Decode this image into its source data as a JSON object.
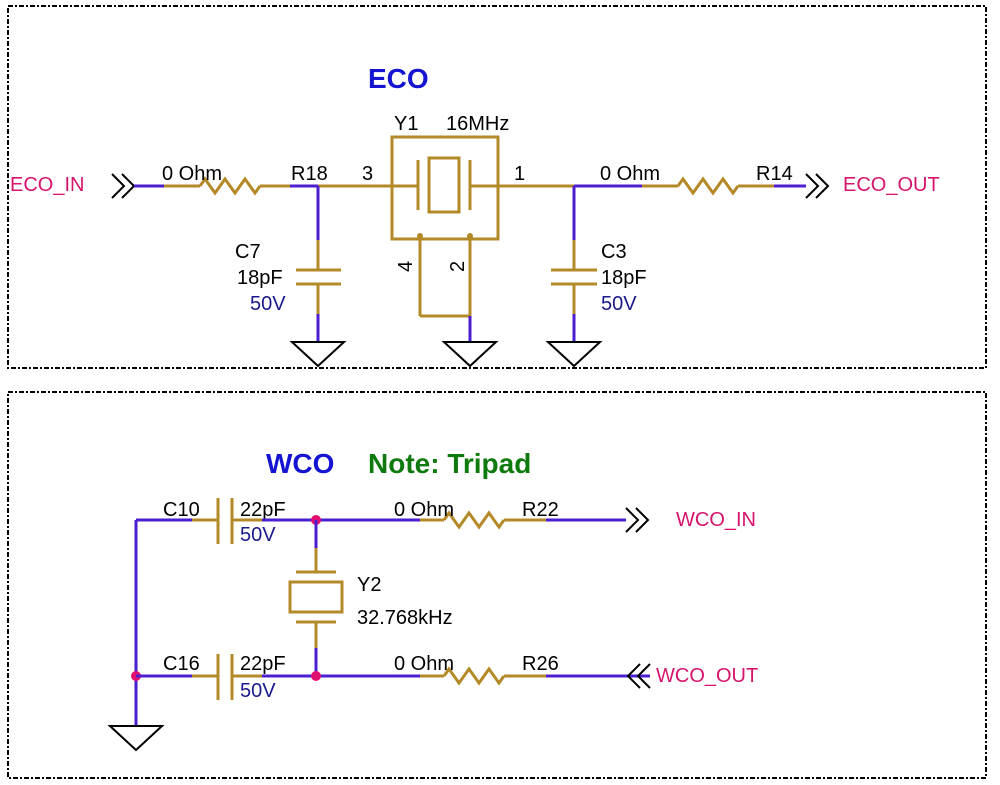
{
  "eco": {
    "title": "ECO",
    "crystal": {
      "ref": "Y1",
      "value": "16MHz",
      "pin3": "3",
      "pin1": "1",
      "pin4": "4",
      "pin2": "2"
    },
    "r18": {
      "ref": "R18",
      "value": "0 Ohm"
    },
    "r14": {
      "ref": "R14",
      "value": "0 Ohm"
    },
    "c7": {
      "ref": "C7",
      "value": "18pF",
      "voltage": "50V"
    },
    "c3": {
      "ref": "C3",
      "value": "18pF",
      "voltage": "50V"
    },
    "net_in": "ECO_IN",
    "net_out": "ECO_OUT"
  },
  "wco": {
    "title": "WCO",
    "note": "Note: Tripad",
    "crystal": {
      "ref": "Y2",
      "value": "32.768kHz"
    },
    "c10": {
      "ref": "C10",
      "value": "22pF",
      "voltage": "50V"
    },
    "c16": {
      "ref": "C16",
      "value": "22pF",
      "voltage": "50V"
    },
    "r22": {
      "ref": "R22",
      "value": "0 Ohm"
    },
    "r26": {
      "ref": "R26",
      "value": "0 Ohm"
    },
    "net_in": "WCO_IN",
    "net_out": "WCO_OUT"
  },
  "colors": {
    "wire": "#4b1ed2",
    "component": "#b48a28",
    "net_label": "#d6146e",
    "title": "#1414d2",
    "note": "#0e7a0e",
    "junction": "#e01070"
  }
}
